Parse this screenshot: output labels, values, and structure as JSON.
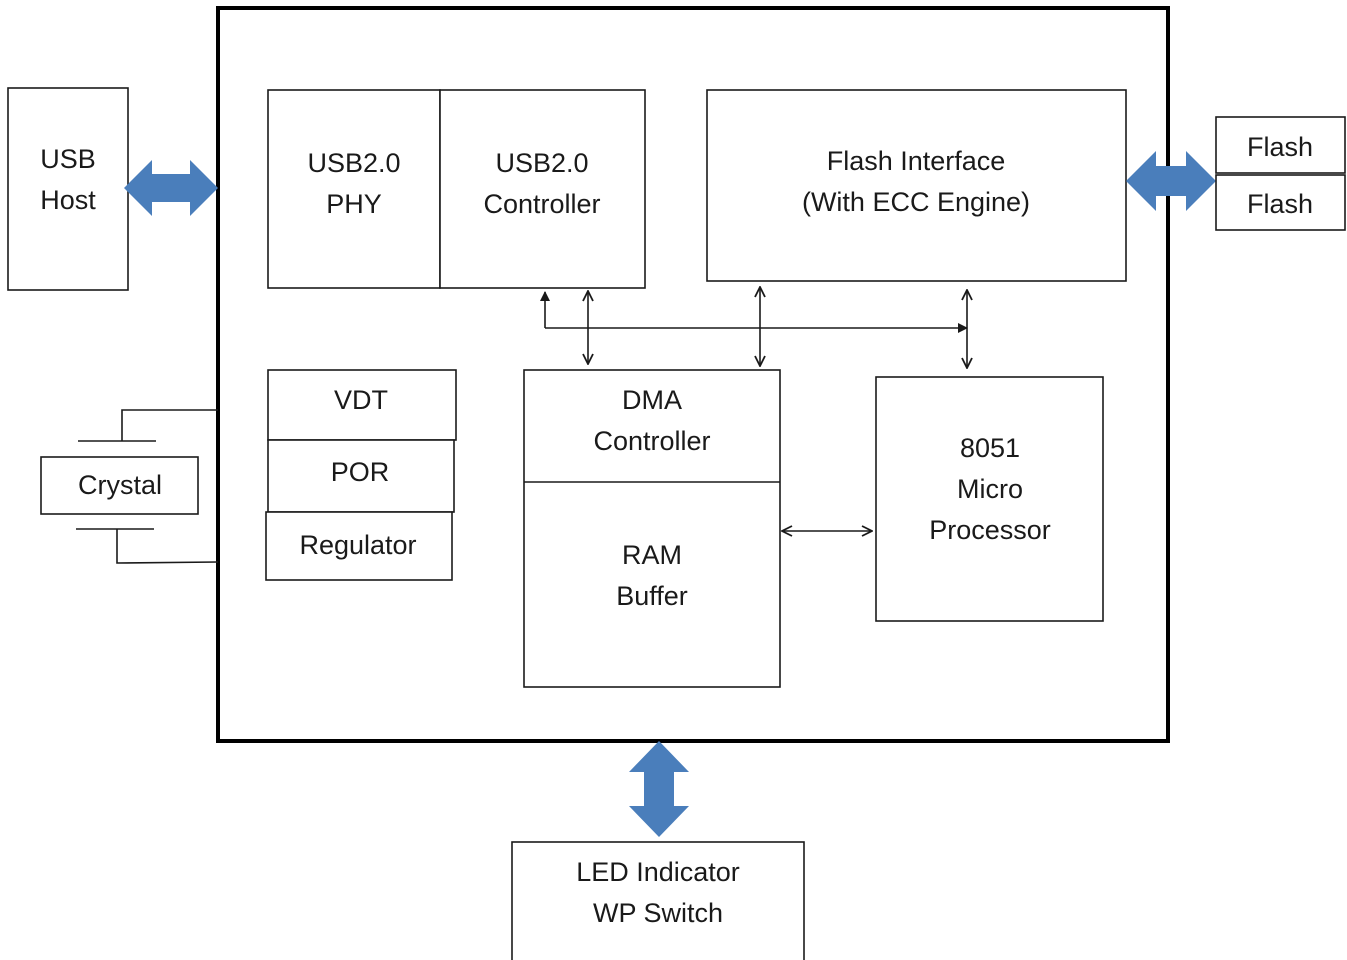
{
  "usb_host": {
    "line1": "USB",
    "line2": "Host"
  },
  "usb_phy": {
    "line1": "USB2.0",
    "line2": "PHY"
  },
  "usb_controller": {
    "line1": "USB2.0",
    "line2": "Controller"
  },
  "flash_interface": {
    "line1": "Flash Interface",
    "line2": "(With ECC Engine)"
  },
  "flash_chips": [
    "Flash",
    "Flash"
  ],
  "vdt": "VDT",
  "por": "POR",
  "regulator": "Regulator",
  "crystal": "Crystal",
  "dma_controller": {
    "line1": "DMA",
    "line2": "Controller"
  },
  "ram_buffer": {
    "line1": "RAM",
    "line2": "Buffer"
  },
  "microprocessor": {
    "line1": "8051",
    "line2": "Micro",
    "line3": "Processor"
  },
  "led_wp": {
    "line1": "LED Indicator",
    "line2": "WP Switch"
  },
  "colors": {
    "external_bus_arrow": "#4a7ebb",
    "outline": "#000000"
  }
}
